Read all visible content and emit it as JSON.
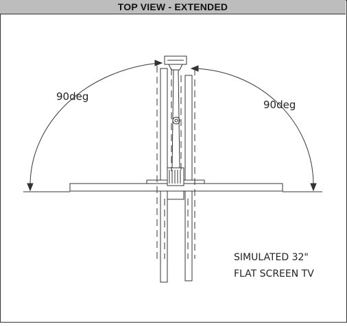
{
  "header": {
    "title": "TOP VIEW - EXTENDED"
  },
  "labels": {
    "angle_left": "90deg",
    "angle_right": "90deg",
    "caption_line1": "SIMULATED 32\"",
    "caption_line2": "FLAT SCREEN TV"
  }
}
